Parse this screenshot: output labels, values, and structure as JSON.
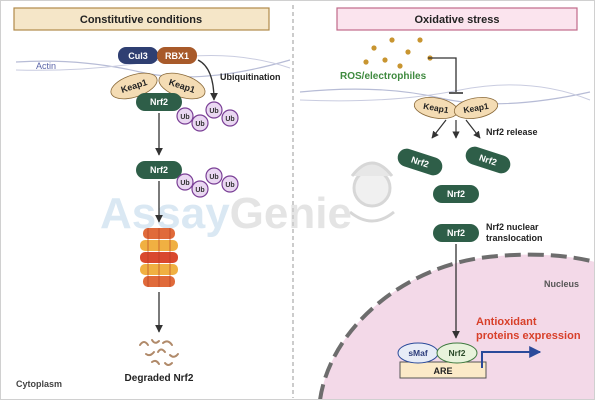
{
  "panels": {
    "left_title": "Constitutive conditions",
    "right_title": "Oxidative stress"
  },
  "labels": {
    "actin": "Actin",
    "cul3": "Cul3",
    "rbx1": "RBX1",
    "keap1": "Keap1",
    "nrf2": "Nrf2",
    "ub": "Ub",
    "ubiquitination": "Ubiquitination",
    "degraded_nrf2": "Degraded Nrf2",
    "cytoplasm": "Cytoplasm",
    "ros": "ROS/electrophiles",
    "nrf2_release": "Nrf2 release",
    "translocation_line1": "Nrf2 nuclear",
    "translocation_line2": "translocation",
    "nucleus": "Nucleus",
    "smaf": "sMaf",
    "are": "ARE",
    "antioxidant_line1": "Antioxidant",
    "antioxidant_line2": "proteins expression"
  },
  "watermark": "AssayGenie",
  "colors": {
    "left_header_bg": "#f5e6c8",
    "left_header_border": "#b08a4a",
    "right_header_bg": "#fbe4ee",
    "right_header_border": "#c06a8a",
    "cul3": "#2f3f72",
    "rbx1": "#a85a2a",
    "keap1": "#f4dcb4",
    "nrf2": "#2e5e48",
    "ub_fill": "#ead8f2",
    "ub_stroke": "#7a3f96",
    "ros_text": "#3f8a3f",
    "ros_dots": "#c89530",
    "nucleus": "#f3d9e8",
    "antioxidant_text": "#d8402a",
    "expression_arrow": "#2a4a9a",
    "actin_text": "#5a64a8"
  }
}
